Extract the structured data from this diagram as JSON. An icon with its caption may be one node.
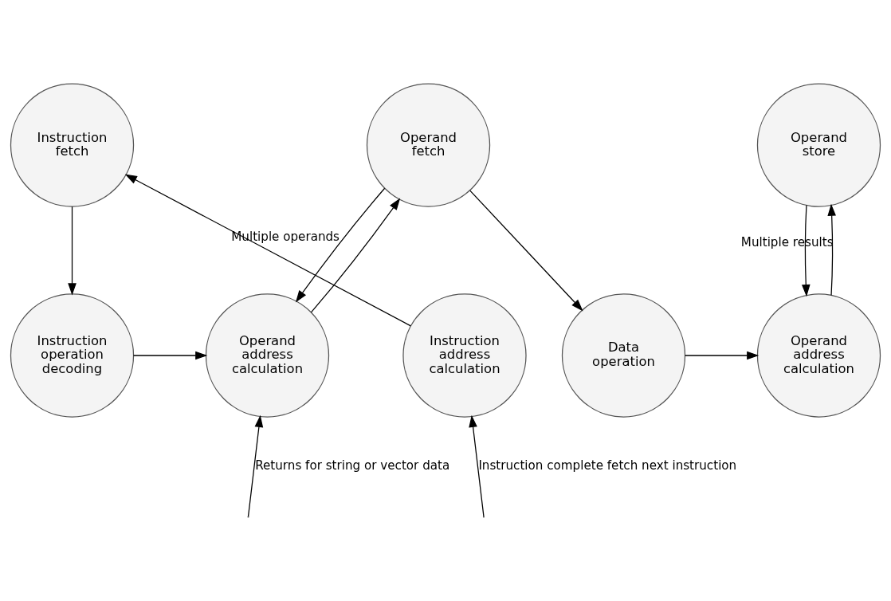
{
  "diagram": {
    "nodes": [
      {
        "text": [
          "Instruction fetch"
        ]
      },
      {
        "text": [
          "Operand fetch"
        ]
      },
      {
        "text": [
          "Operand store"
        ]
      },
      {
        "text": [
          "Instruction address calculation"
        ]
      },
      {
        "text": [
          "Instruction operation decoding"
        ]
      },
      {
        "text": [
          "Operand address calculation"
        ]
      },
      {
        "text": [
          "Data operation"
        ]
      },
      {
        "text": [
          "Operand address calculation"
        ]
      }
    ],
    "edges": [
      {
        "from": 3,
        "to": 0,
        "arrow": "to"
      },
      {
        "from": 0,
        "to": 4,
        "arrow": "to"
      },
      {
        "from": 4,
        "to": 5,
        "arrow": "to"
      },
      {
        "from": 5,
        "to": 1,
        "arrow": "to"
      },
      {
        "from": 1,
        "to": 5,
        "arrow": "to",
        "label": "Multiple operands"
      },
      {
        "from": 1,
        "to": 6,
        "arrow": "to"
      },
      {
        "from": 6,
        "to": 7,
        "arrow": "to"
      },
      {
        "from": 7,
        "to": 2,
        "arrow": "to",
        "label": "Multiple results"
      },
      {
        "from": 2,
        "to": 7,
        "arrow": "to"
      },
      {
        "from": null,
        "to": 3,
        "arrow": "to",
        "label": "Instruction complete fetch next instruction"
      },
      {
        "from": null,
        "to": 5,
        "arrow": "to",
        "label": "Returns for string or vector data"
      }
    ]
  }
}
